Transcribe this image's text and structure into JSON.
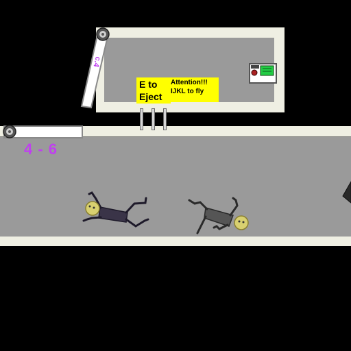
{
  "hud": {
    "level": "4 - 6"
  },
  "signs": {
    "eject": "E to\nEject",
    "attention": "Attention!!!\nIJKL to fly",
    "rotated_text": "c.4"
  },
  "colors": {
    "wall": "#efefe3",
    "floor": "#9a9a9a",
    "sign": "#ffff00",
    "level_text": "#c040f0"
  },
  "objects": {
    "control_panel": {
      "screen_color": "#22cc44",
      "button_color": "#aa2222"
    },
    "ragdoll_left": {
      "color": "#3a3448",
      "head_color": "#d8d070"
    },
    "ragdoll_right": {
      "color": "#555555",
      "head_color": "#d8d070"
    }
  }
}
